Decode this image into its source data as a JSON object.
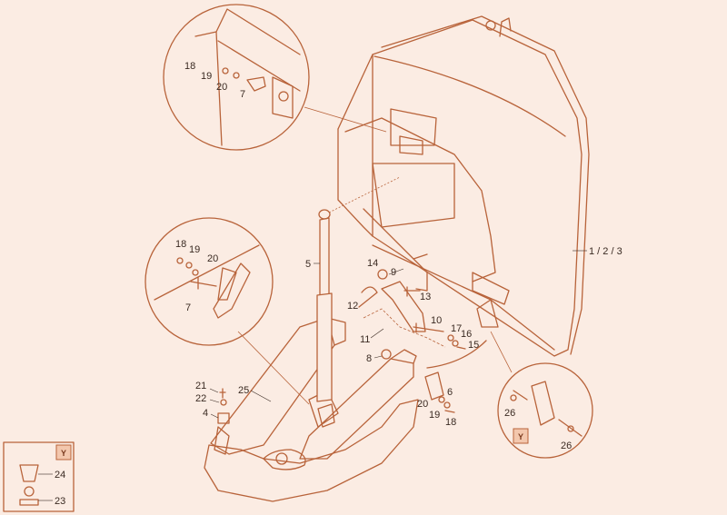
{
  "labels": {
    "l18a": "18",
    "l19a": "19",
    "l20a": "20",
    "l7a": "7",
    "l18b": "18",
    "l19b": "19",
    "l20b": "20",
    "l7b": "7",
    "l5": "5",
    "l14": "14",
    "l9": "9",
    "l13": "13",
    "l12": "12",
    "l10": "10",
    "l11": "11",
    "l17": "17",
    "l16": "16",
    "l15": "15",
    "l8": "8",
    "l6": "6",
    "l20c": "20",
    "l19c": "19",
    "l18c": "18",
    "l21": "21",
    "l22": "22",
    "l4": "4",
    "l25": "25",
    "l123": "1 / 2 / 3",
    "l26a": "26",
    "l26b": "26",
    "l24": "24",
    "l23": "23"
  },
  "badges": {
    "yMain": "Y",
    "yLegend": "Y"
  },
  "colors": {
    "line": "#b8633a",
    "background": "#fbece3",
    "text": "#3a2a22"
  }
}
